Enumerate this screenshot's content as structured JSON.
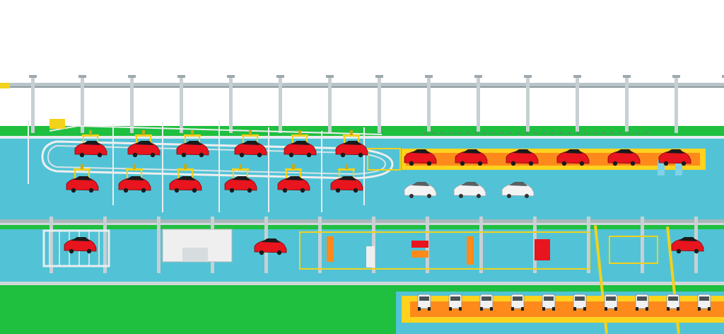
{
  "scene": {
    "description_visible_text": "",
    "colors": {
      "floor": "#52c3d6",
      "border_green": "#1fbf3f",
      "car_body": "#e8141e",
      "car_white": "#f3f3f3",
      "conveyor_orange": "#ff8a1c",
      "conveyor_yellow": "#ffd21e",
      "frame_grey": "#b8c4c8",
      "hanger_yellow": "#f2d21b",
      "booth_white": "#efefef"
    },
    "hanging_line": {
      "upper_row_cars": 6,
      "lower_row_cars": 6
    },
    "skid_conveyor": {
      "red_cars": 6,
      "white_cars": 3
    },
    "inspection_area": {
      "red_cars": 2,
      "stations": 5
    },
    "bottom_line": {
      "white_cars": 10
    }
  }
}
